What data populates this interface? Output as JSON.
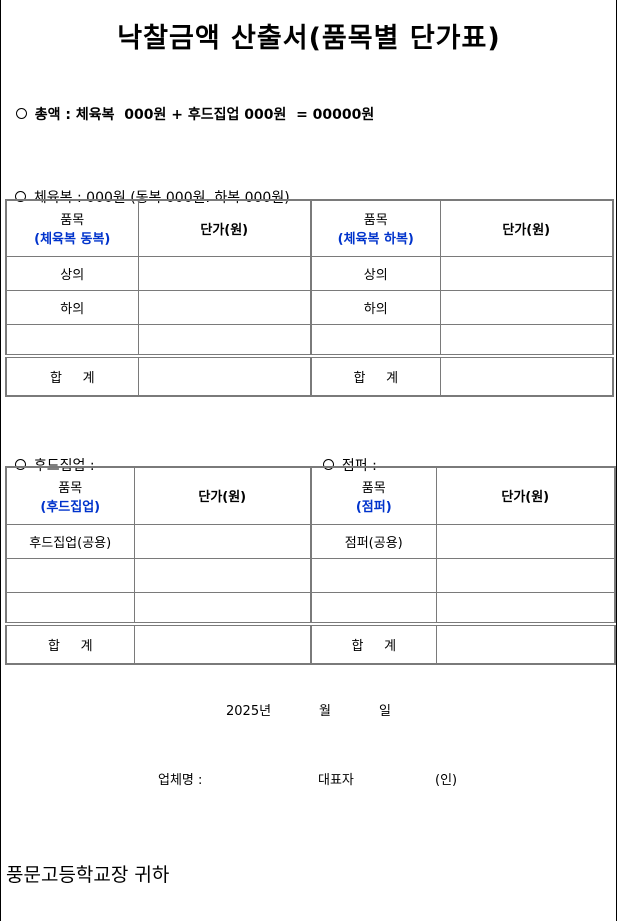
{
  "title": "낙찰금액 산출서(품목별 단가표)",
  "total_line": "총액 : 체육복  000원 + 후드집업 000원  = 00000원",
  "gym": {
    "heading": "체육복 : 000원 (동복 000원. 하복 000원)",
    "col_item": "품목",
    "winter_sub": "(체육복 동복)",
    "summer_sub": "(체육복 하복)",
    "col_price": "단가(원)",
    "row1": "상의",
    "row2": "하의",
    "sum": "합     계"
  },
  "hood": {
    "heading": "후드집업 :",
    "col_item": "품목",
    "sub": "(후드집업)",
    "col_price": "단가(원)",
    "row1": "후드집업(공용)",
    "sum": "합     계"
  },
  "jumper": {
    "heading": "점퍼 :",
    "col_item": "품목",
    "sub": "(점퍼)",
    "col_price": "단가(원)",
    "row1": "점퍼(공용)",
    "sum": "합     계"
  },
  "date": {
    "year": "2025년",
    "month": "월",
    "day": "일"
  },
  "signature": {
    "company": "업체명 :",
    "rep": "대표자",
    "seal": "(인)"
  },
  "addressee": "풍문고등학교장 귀하"
}
